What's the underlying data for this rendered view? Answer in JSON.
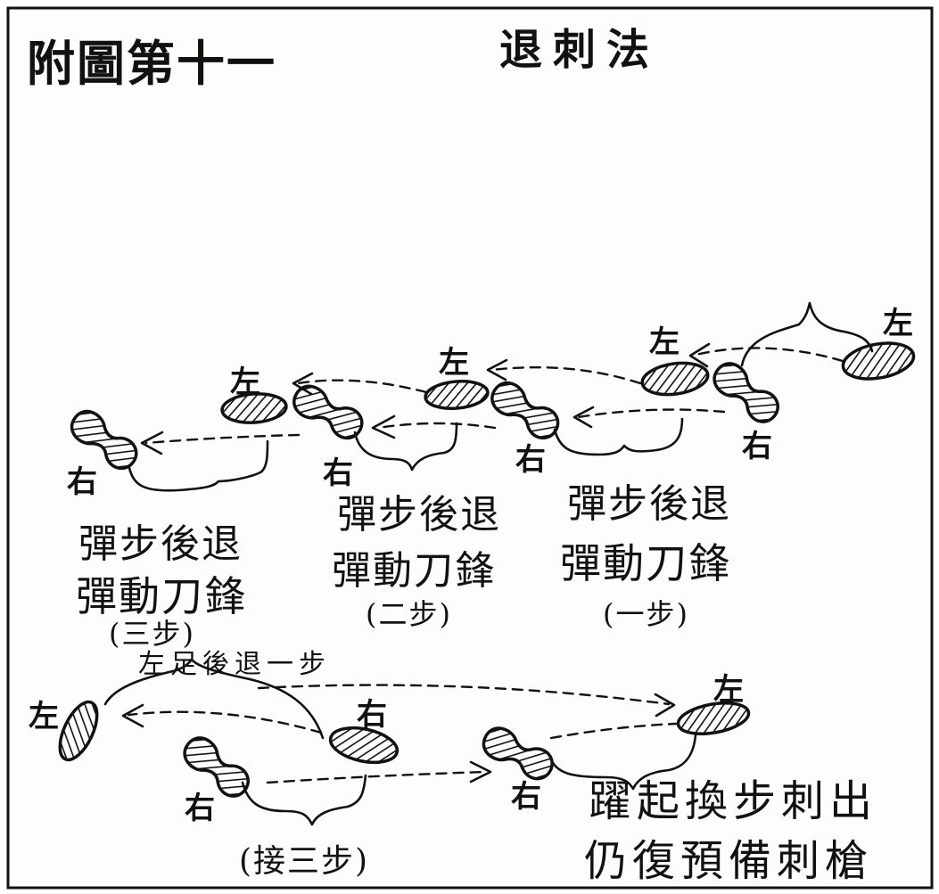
{
  "figure": {
    "number": "附圖第十一",
    "title": "退刺法"
  },
  "feet": {
    "left": "左",
    "right": "右"
  },
  "steps": [
    {
      "line1": "彈步後退",
      "line2": "彈動刀鋒",
      "count": "(一步)"
    },
    {
      "line1": "彈步後退",
      "line2": "彈動刀鋒",
      "count": "(二步)"
    },
    {
      "line1": "彈步後退",
      "line2": "彈動刀鋒",
      "count": "(三步)"
    }
  ],
  "retreat": {
    "note": "左足後退一步",
    "continue": "(接三步)"
  },
  "finish": {
    "line1": "躍起換步刺出",
    "line2": "仍復預備刺槍"
  }
}
